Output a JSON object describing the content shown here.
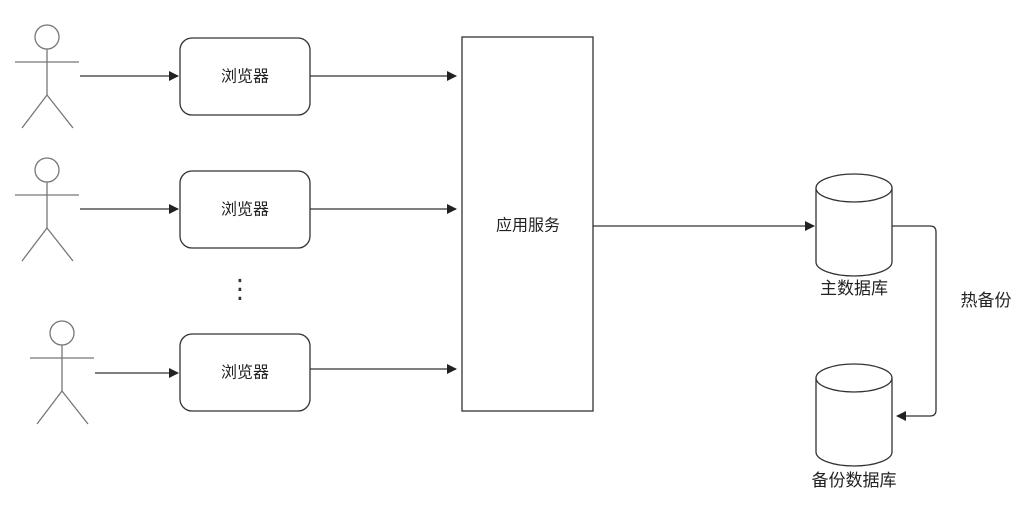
{
  "browser_label": "浏览器",
  "app_service_label": "应用服务",
  "primary_db_label": "主数据库",
  "backup_db_label": "备份数据库",
  "hot_backup_label": "热备份",
  "ellipsis": "⋮",
  "colors": {
    "stroke": "#333333",
    "arrow": "#222222",
    "actor": "#777777",
    "text": "#222222"
  },
  "icons": [
    "user-actor-icon",
    "database-icon",
    "arrow-icon"
  ]
}
